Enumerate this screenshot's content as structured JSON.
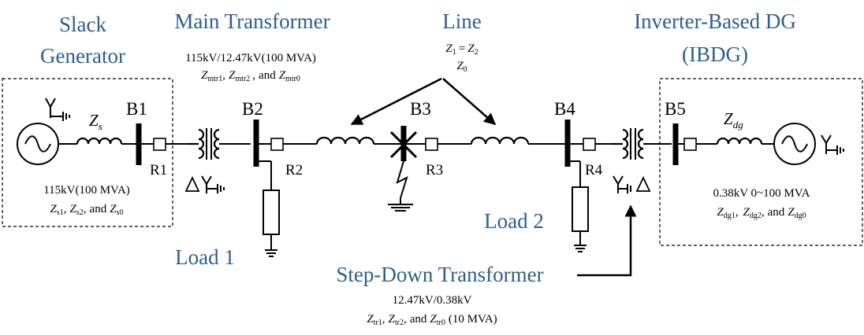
{
  "labels": {
    "slack_line1": "Slack",
    "slack_line2": "Generator",
    "main_tx": "Main Transformer",
    "line": "Line",
    "ibdg_line1": "Inverter-Based DG",
    "ibdg_line2": "(IBDG)",
    "load1": "Load 1",
    "load2": "Load 2",
    "stepdown": "Step-Down Transformer"
  },
  "buses": [
    "B1",
    "B2",
    "B3",
    "B4",
    "B5"
  ],
  "relays": [
    "R1",
    "R2",
    "R3",
    "R4"
  ],
  "ratings": {
    "main_tx": "115kV/12.47kV(100 MVA)",
    "slack": "115kV(100 MVA)",
    "stepdown": "12.47kV/0.38kV",
    "ibdg": "0.38kV 0~100 MVA",
    "stepdown_mva": "(10 MVA)"
  },
  "impedances": {
    "zs": {
      "main": "Z",
      "sub": "s"
    },
    "zdg": {
      "main": "Z",
      "sub": "dg"
    },
    "line_z1": {
      "main": "Z",
      "sub": "1"
    },
    "line_z2": {
      "main": "Z",
      "sub": "2"
    },
    "line_z0": {
      "main": "Z",
      "sub": "0"
    }
  },
  "impedance_lists": {
    "main_tx": {
      "z1": "mtr1",
      "z2": "mtr2",
      "z0": "mtr0"
    },
    "slack": {
      "z1": "s1",
      "z2": "s2",
      "z0": "s0"
    },
    "ibdg": {
      "z1": "dg1",
      "z2": "dg2",
      "z0": "dg0"
    },
    "stepdown": {
      "z1": "tr1",
      "z2": "tr2",
      "z0": "tr0"
    }
  },
  "connectors": {
    "and": "and",
    "equals": "=",
    "comma": ","
  },
  "transformer_windings": {
    "main": {
      "left": "Δ",
      "right": "Y"
    },
    "stepdown": {
      "left": "Y",
      "right": "Δ"
    }
  }
}
